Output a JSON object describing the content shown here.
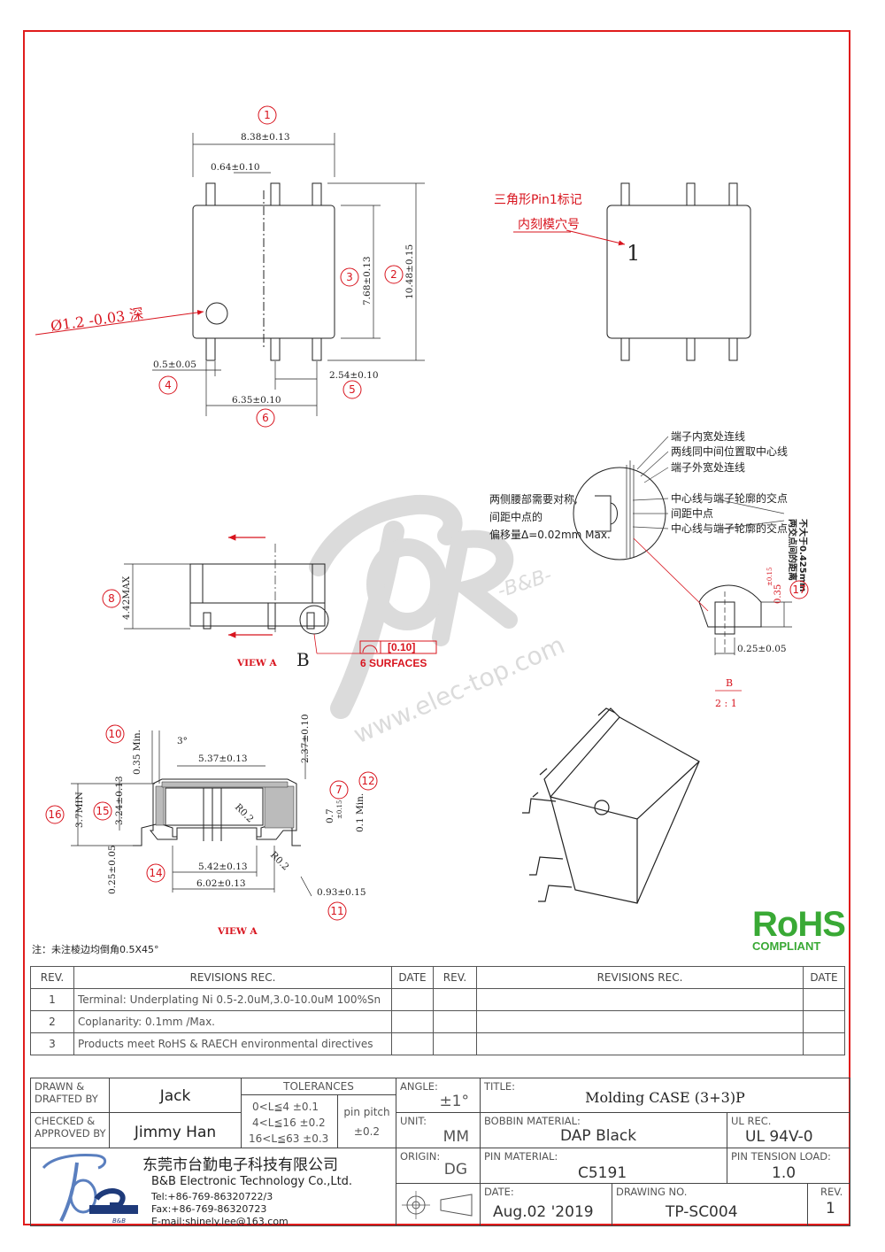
{
  "view_top": {
    "dims": {
      "d1": "8.38±0.13",
      "d_pinw": "0.64±0.10",
      "d3": "7.68±0.13",
      "d2": "10.48±0.15",
      "d4": "0.5±0.05",
      "d5": "2.54±0.10",
      "d6": "6.35±0.10",
      "hole": "Ø1.2 -0.03 深"
    },
    "bubbles": [
      "1",
      "2",
      "3",
      "4",
      "5",
      "6"
    ]
  },
  "view_pin1": {
    "note1": "三角形Pin1标记",
    "note2": "内刻模穴号",
    "mark": "1"
  },
  "view_side": {
    "d8": "4.42MAX",
    "bubble": "8",
    "label": "VIEW A",
    "detail_ref": "B",
    "flatness": "[0.10]",
    "surfaces": "6 SURFACES"
  },
  "detail_b": {
    "notes": [
      "端子内宽处连线",
      "两线同中间位置取中心线",
      "端子外宽处连线",
      "中心线与端子轮廓的交点",
      "间距中点",
      "中心线与端子轮廓的交点"
    ],
    "symmetry": [
      "两侧腰部需要对称,",
      "间距中点的",
      "偏移量Δ=0.02mm Max."
    ],
    "vertical_note": [
      "两交点间的距离",
      "不大于0.425mm"
    ],
    "d17": "0.35",
    "d17_tol": "±0.15",
    "bubble": "17",
    "width": "0.25±0.05",
    "label": "B",
    "scale": "2 : 1"
  },
  "view_section": {
    "dims": {
      "d10": "0.35 Min.",
      "angle": "3°",
      "d537": "5.37±0.13",
      "d237": "2.37±0.10",
      "d7": "0.7",
      "d7_tol": "±0.15",
      "d12": "0.1 Min.",
      "d16": "3.7MIN",
      "d15": "3.24±0.13",
      "r1": "R0.2",
      "r2": "R0.2",
      "d542": "5.42±0.13",
      "d602": "6.02±0.13",
      "d025": "0.25±0.05",
      "d093": "0.93±0.15"
    },
    "bubbles": [
      "10",
      "7",
      "12",
      "16",
      "15",
      "14",
      "11"
    ],
    "label": "VIEW A"
  },
  "watermark": {
    "brand": "-B&B-",
    "url": "www.elec-top.com"
  },
  "rohs": {
    "title": "RoHS",
    "subtitle": "COMPLIANT"
  },
  "note": "注：未注棱边均倒角0.5X45°",
  "revisions": {
    "headers": {
      "rev": "REV.",
      "rec": "REVISIONS   REC.",
      "date": "DATE"
    },
    "rows": [
      {
        "rev": "1",
        "text": "Terminal: Underplating Ni 0.5-2.0uM,3.0-10.0uM 100%Sn"
      },
      {
        "rev": "2",
        "text": "Coplanarity: 0.1mm  /Max."
      },
      {
        "rev": "3",
        "text": "Products  meet  RoHS  &  RAECH  environmental  directives"
      }
    ]
  },
  "title_block": {
    "drawn_label": "DRAWN  &\nDRAFTED BY",
    "drawn_value": "Jack",
    "checked_label": "CHECKED  &\nAPPROVED BY",
    "checked_value": "Jimmy  Han",
    "tolerances_label": "TOLERANCES",
    "tol_rows": [
      "0<L≦4   ±0.1",
      "4<L≦16  ±0.2",
      "16<L≦63  ±0.3"
    ],
    "pitch_label": "pin pitch",
    "pitch_value": "±0.2",
    "angle_label": "ANGLE:",
    "angle_value": "±1°",
    "unit_label": "UNIT:",
    "unit_value": "MM",
    "origin_label": "ORIGIN:",
    "origin_value": "DG",
    "title_label": "TITLE:",
    "title_value": "Molding  CASE  (3+3)P",
    "bobbin_label": "BOBBIN  MATERIAL:",
    "bobbin_value": "DAP    Black",
    "ul_label": "UL  REC.",
    "ul_value": "UL  94V-0",
    "pin_mat_label": "PIN  MATERIAL:",
    "pin_mat_value": "C5191",
    "tension_label": "PIN  TENSION  LOAD:",
    "tension_value": "1.0",
    "date_label": "DATE:",
    "date_value": "Aug.02  '2019",
    "drawing_label": "DRAWING  NO.",
    "drawing_value": "TP-SC004",
    "rev_label": "REV.",
    "rev_value": "1",
    "company_cn": "东莞市台勤电子科技有限公司",
    "company_en": "B&B  Electronic  Technology  Co.,Ltd.",
    "tel": "Tel:+86-769-86320722/3",
    "fax": "Fax:+86-769-86320723",
    "email": "E-mail:shinely.lee@163.com",
    "logo_text": "B&B"
  }
}
